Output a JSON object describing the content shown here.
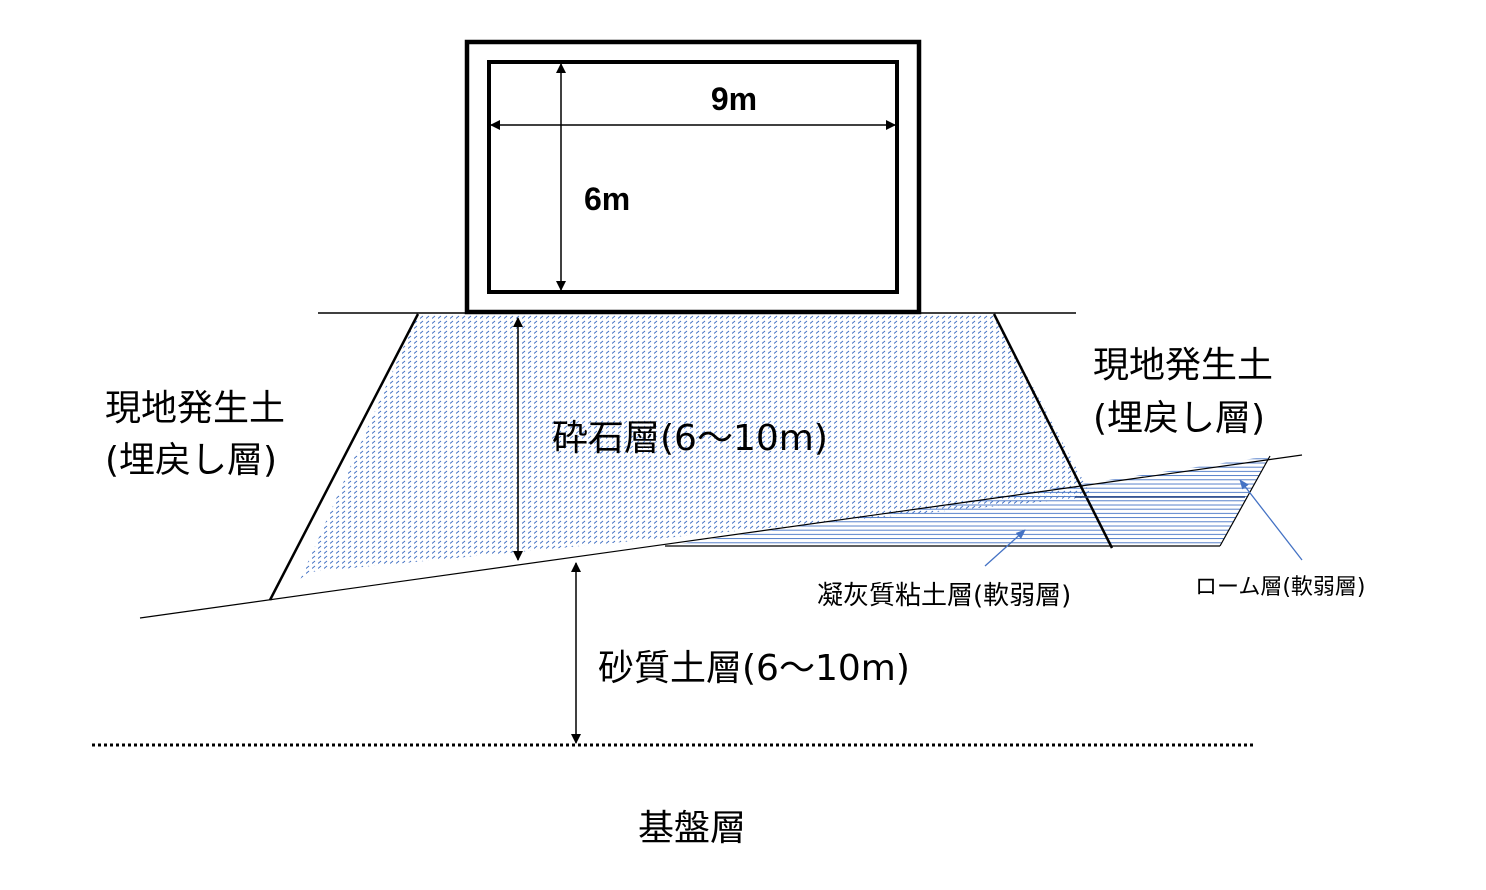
{
  "colors": {
    "line": "#000000",
    "hatch_blue": "#4472c4",
    "background": "#ffffff"
  },
  "labels": {
    "width_dim": "9m",
    "height_dim": "6m",
    "crushed_stone": "砕石層(6～10m)",
    "fill_left_line1": "現地発生土",
    "fill_left_line2": "(埋戻し層)",
    "fill_right_line1": "現地発生土",
    "fill_right_line2": "(埋戻し層)",
    "tuff_clay": "凝灰質粘土層(軟弱層)",
    "loam": "ローム層(軟弱層)",
    "sandy_soil": "砂質土層(6～10m)",
    "bedrock": "基盤層"
  }
}
